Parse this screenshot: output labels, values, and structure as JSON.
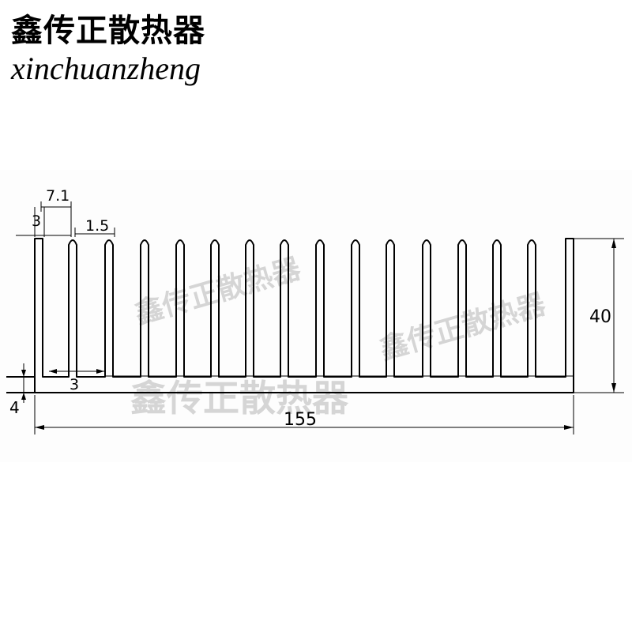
{
  "brand": {
    "name_cn": "鑫传正散热器",
    "name_en": "xinchuanzheng"
  },
  "watermark": {
    "text": "鑫传正散热器"
  },
  "dimensions": {
    "total_width": "155",
    "total_height": "40",
    "base_thickness": "4",
    "edge_fin_width": "3",
    "fin_pitch": "7.1",
    "fin_tip_width": "1.5",
    "fin_gap": "3"
  },
  "colors": {
    "line": "#000000",
    "watermark": "#c8c8c8"
  }
}
